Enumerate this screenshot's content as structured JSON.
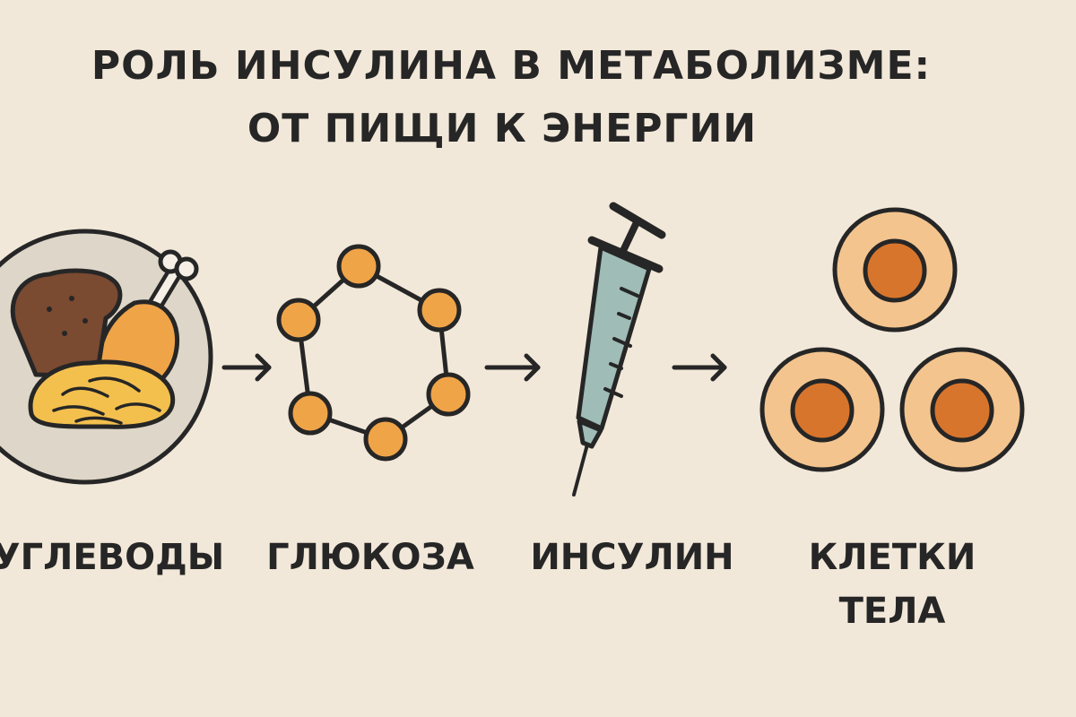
{
  "title": {
    "line1": "РОЛЬ ИНСУЛИНА В МЕТАБОЛИЗМЕ:",
    "line2": "ОТ ПИЩИ К ЭНЕРГИИ"
  },
  "steps": [
    {
      "label": "УГЛЕВОДЫ",
      "icon": "food-plate-icon"
    },
    {
      "label": "ГЛЮКОЗА",
      "icon": "glucose-molecule-icon"
    },
    {
      "label": "ИНСУЛИН",
      "icon": "syringe-icon"
    },
    {
      "label_line1": "КЛЕТКИ",
      "label_line2": "ТЕЛА",
      "icon": "body-cells-icon"
    }
  ],
  "colors": {
    "background": "#f2e8d9",
    "outline": "#262626",
    "orange": "#f0a448",
    "syringe_body": "#9fbcb6",
    "cell_outer": "#f4c48e",
    "cell_nucleus": "#d8752c"
  }
}
